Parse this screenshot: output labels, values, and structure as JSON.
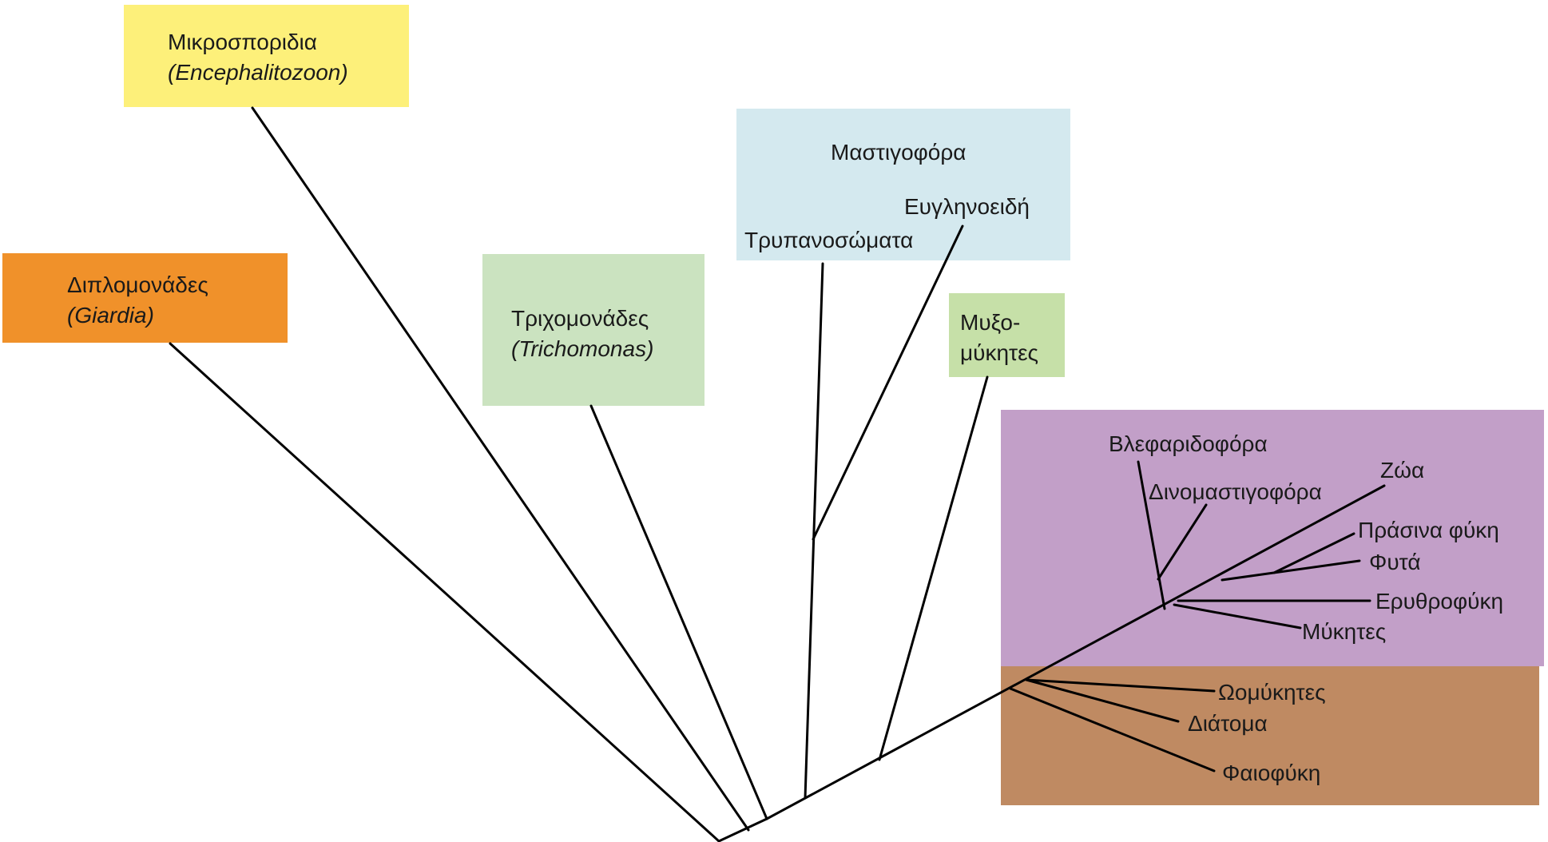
{
  "colors": {
    "diplomonades_box": "#f0912a",
    "microsporidia_box": "#fdf07a",
    "trichomonades_box": "#cbe3c0",
    "mastigophora_box": "#d4e9ef",
    "myxomycetes_box": "#c6e0a8",
    "crown_purple": "#c29fc8",
    "stramenopiles_brown": "#bf8a62",
    "line": "#000000"
  },
  "boxes": {
    "diplomonades": {
      "name": "Διπλομονάδες",
      "genus": "(Giardia)"
    },
    "microsporidia": {
      "name": "Μικροσποριδια",
      "genus": "(Encephalitozoon)"
    },
    "trichomonades": {
      "name": "Τριχομονάδες",
      "genus": "(Trichomonas)"
    },
    "mastigophora": {
      "name": "Μαστιγοφόρα",
      "euglenoids": "Ευγληνοειδή",
      "trypanosomes": "Τρυπανοσώματα"
    },
    "myxomycetes": {
      "line1": "Μυξο-",
      "line2": "μύκητες"
    }
  },
  "crown_labels": {
    "ciliates": "Βλεφαριδοφόρα",
    "dinoflagellates": "Δινομαστιγοφόρα",
    "animals": "Ζώα",
    "green_algae": "Πράσινα φύκη",
    "plants": "Φυτά",
    "red_algae": "Ερυθροφύκη",
    "fungi": "Μύκητες",
    "oomycetes": "Ωομύκητες",
    "diatoms": "Διάτομα",
    "brown_algae": "Φαιοφύκη"
  }
}
